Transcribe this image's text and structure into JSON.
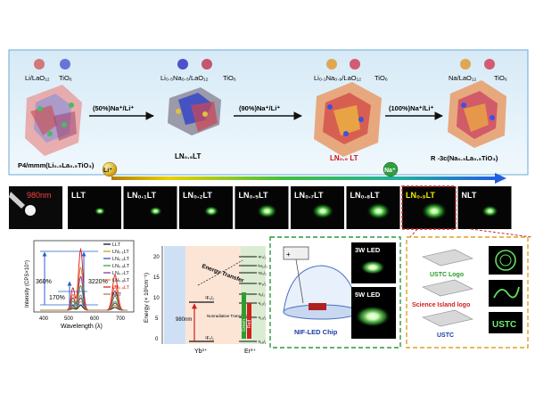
{
  "top_panel": {
    "phases": [
      {
        "formula": "Li/LaO₁₂",
        "octahedron": "TiO₆",
        "name": "P4/mmm(Li₀.₅La₀.₅TiO₃)"
      },
      {
        "formula": "Li₀.₅Na₀.₅/LaO₁₂",
        "octahedron": "TiO₆",
        "name": "LN₀.₅LT"
      },
      {
        "formula": "Li₀.₁Na₀.₉/LaO₁₂",
        "octahedron": "TiO₆",
        "name": "LN₀.₉ LT"
      },
      {
        "formula": "Na/LaO₁₂",
        "octahedron": "TiO₆",
        "name": "R -3c(Na₀.₅La₀.₅TiO₃)"
      }
    ],
    "transitions": [
      "(50%)Na⁺/Li⁺",
      "(90%)Na⁺/Li⁺",
      "(100%)Na⁺/Li⁺"
    ],
    "ion_li": "Li⁺",
    "ion_na": "Na⁺"
  },
  "strip": {
    "laser": "980nm",
    "samples": [
      "LLT",
      "LN₀.₁LT",
      "LN₀.₂LT",
      "LN₀.₅LT",
      "LN₀.₇LT",
      "LN₀.₈LT",
      "LN₀.₉LT",
      "NLT"
    ]
  },
  "spectrum": {
    "xlabel": "Wavelength (λ)",
    "ylabel": "Intensity (CPS×10⁵)",
    "xticks": [
      "400",
      "500",
      "600",
      "700"
    ],
    "legend": [
      "LLT",
      "LN₀.₁LT",
      "LN₀.₂LT",
      "LN₀.₅LT",
      "LN₀.₇LT",
      "LN₀.₈LT",
      "LN₀.₉LT",
      "NLT"
    ],
    "colors": [
      "#000000",
      "#c8a000",
      "#1a3cd0",
      "#2e9d2e",
      "#7a2aa0",
      "#e08020",
      "#e01010",
      "#b07040"
    ],
    "annotations": [
      "360%",
      "170%",
      "3220%"
    ]
  },
  "energy": {
    "ylabel": "Energy (× 10³cm⁻¹)",
    "yticks": [
      "0",
      "5",
      "10",
      "15",
      "20"
    ],
    "yb_label": "Yb³⁺",
    "er_label": "Er³⁺",
    "yb_levels": [
      "²F₅/₂",
      "²F₇/₂"
    ],
    "er_levels": [
      "⁴F₇/₂",
      "²H₁₁/₂",
      "⁴S₃/₂",
      "⁴F₉/₂",
      "⁴I₉/₂",
      "⁴I₁₁/₂",
      "⁴I₁₃/₂",
      "⁴I₁₅/₂"
    ],
    "pump": "980nm",
    "transfer": "Energy Transfer",
    "nonrad": "Nonradiative Transition",
    "green": "Green",
    "red": "Red"
  },
  "led": {
    "chip": "NIF-LED Chip",
    "led3": "3W LED",
    "led5": "5W LED"
  },
  "logos": {
    "labels": [
      "USTC Logo",
      "Science Island logo",
      "USTC"
    ],
    "display_text": "USTC"
  }
}
